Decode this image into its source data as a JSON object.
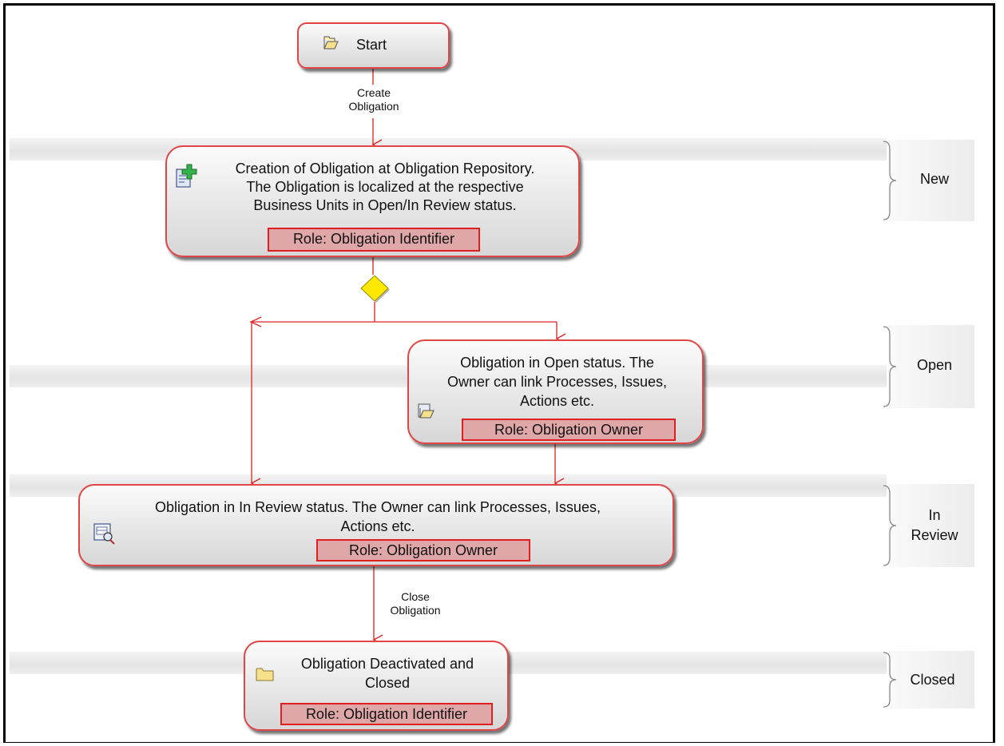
{
  "stages": {
    "new": "New",
    "open_": "Open",
    "in_review_1": "In",
    "in_review_2": "Review",
    "closed": "Closed"
  },
  "nodes": {
    "start": {
      "label": "Start"
    },
    "creation": {
      "line1": "Creation of Obligation at Obligation Repository.",
      "line2": "The Obligation is localized at the respective",
      "line3": "Business Units in Open/In Review status.",
      "role": "Role: Obligation Identifier"
    },
    "open_status": {
      "line1": "Obligation in Open status. The",
      "line2": "Owner can link Processes, Issues,",
      "line3": "Actions etc.",
      "role": "Role: Obligation Owner"
    },
    "in_review": {
      "line1": "Obligation in In Review status. The Owner can link Processes, Issues,",
      "line2": "Actions etc.",
      "role": "Role: Obligation Owner"
    },
    "closed": {
      "line1": "Obligation Deactivated and",
      "line2": "Closed",
      "role": "Role: Obligation Identifier"
    }
  },
  "edges": {
    "create_1": "Create",
    "create_2": "Obligation",
    "close_1": "Close",
    "close_2": "Obligation"
  },
  "icons": {
    "start": "folder-open-icon",
    "creation": "add-document-icon",
    "open_status": "folder-open-icon",
    "in_review": "review-document-icon",
    "closed": "folder-icon",
    "gateway": "decision-diamond"
  },
  "colors": {
    "node_border": "#e14545",
    "role_fill": "#dfa7a7",
    "connector": "#e02020",
    "gateway": "#ffe800"
  }
}
